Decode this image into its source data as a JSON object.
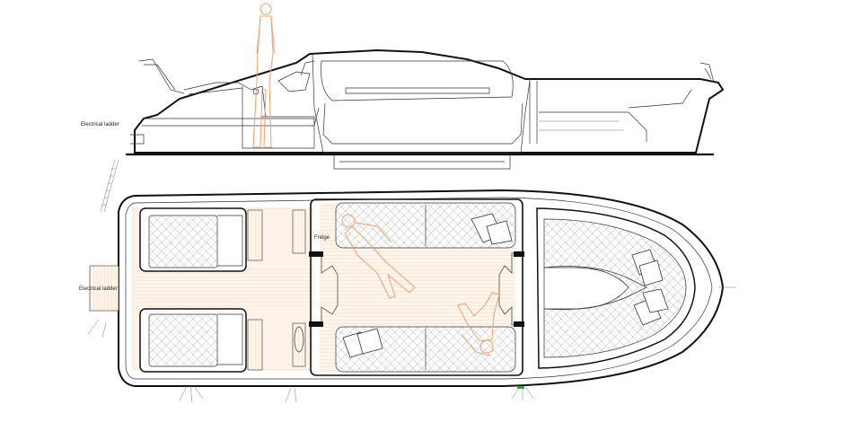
{
  "labels": {
    "electrical_ladder_side": "Electrical ladder",
    "electrical_ladder_plan": "Electrical ladder",
    "fridge": "Fridge"
  },
  "colors": {
    "outline": "#111111",
    "person": "#f0a070",
    "deck_planks": "#f3c9a4",
    "accent_light": "#33aa33"
  },
  "views": [
    "side-elevation",
    "plan-view"
  ]
}
